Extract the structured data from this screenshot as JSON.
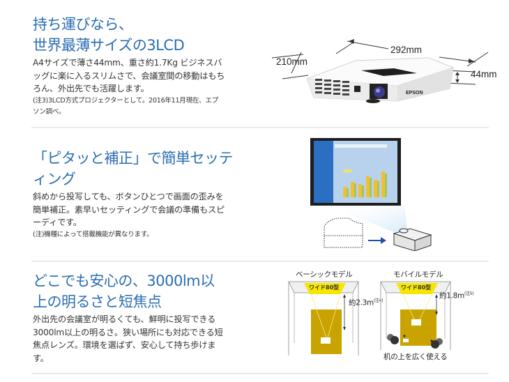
{
  "sections": [
    {
      "heading_lines": [
        "持ち運びなら、",
        "世界最薄サイズの3LCD"
      ],
      "body_lines": [
        "A4サイズで薄さ44mm、重さ約1.7Kg ビジネスバ",
        "ッグに楽に入るスリムさで、会議室間の移動はもち",
        "ろん、外出先でも活躍します。"
      ],
      "note_lines": [
        "(注3)3LCD方式プロジェクターとして。2016年11月現在、エプ",
        "ソン調べ。"
      ],
      "figure": {
        "type": "projector-photo",
        "brand_label": "EPSON",
        "dimensions": {
          "width": "292mm",
          "depth": "210mm",
          "height": "44mm"
        }
      }
    },
    {
      "heading_lines": [
        "「ピタッと補正」で簡単セッテ",
        "ィング"
      ],
      "body_lines": [
        "斜めから投写しても、ボタンひとつで画面の歪みを",
        "簡単補正。素早いセッティングで会議の準備もスピ",
        "ーディです。"
      ],
      "note_lines": [
        "(注)機種によって搭載機能が異なります。"
      ],
      "figure": {
        "type": "keystone-illustration",
        "screen_bars": [
          32,
          48,
          42,
          70,
          58,
          90
        ]
      }
    },
    {
      "heading_lines": [
        "どこでも安心の、3000lm以",
        "上の明るさと短焦点"
      ],
      "body_lines": [
        "外出先の会議室が明るくても、鮮明に投写できる",
        "3000lm以上の明るさ。狭い場所にも対応できる短",
        "焦点レンズ。環境を選ばず、安心して持ち歩けま",
        "す。"
      ],
      "figure": {
        "type": "throw-distance-comparison",
        "panels": [
          {
            "title": "ベーシックモデル",
            "screen_label": "ワイド80型",
            "distance": "約2.3m",
            "note": "(注4)"
          },
          {
            "title": "モバイルモデル",
            "screen_label": "ワイド80型",
            "distance": "約1.8m",
            "note": "(注5)",
            "caption": "机の上を広く使える"
          }
        ]
      }
    }
  ],
  "colors": {
    "heading": "#2a6db3",
    "body": "#333333",
    "divider": "#e3e3e3",
    "table_gold": "#c9a400",
    "screen_yellow": "#f7e600"
  }
}
